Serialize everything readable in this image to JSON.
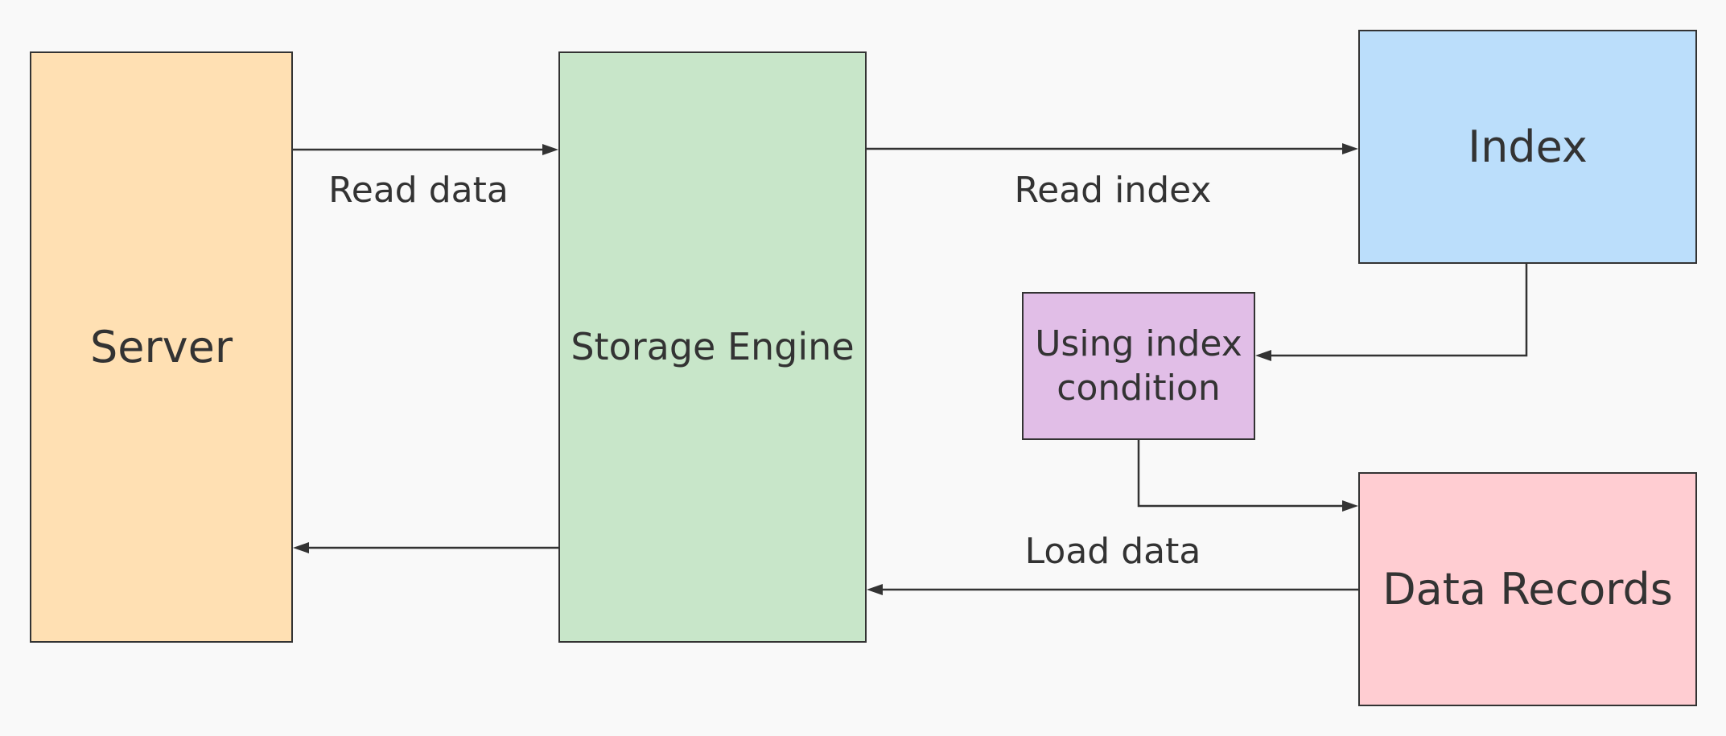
{
  "nodes": {
    "server": {
      "label": "Server",
      "fill": "#ffe0b3"
    },
    "storage_engine": {
      "label": "Storage Engine",
      "fill": "#c8e6c9"
    },
    "index": {
      "label": "Index",
      "fill": "#bbdefb"
    },
    "using_index_condition": {
      "label": "Using index condition",
      "fill": "#e1bee7"
    },
    "data_records": {
      "label": "Data Records",
      "fill": "#ffcdd2"
    }
  },
  "edges": {
    "read_data": {
      "label": "Read data"
    },
    "read_index": {
      "label": "Read index"
    },
    "load_data": {
      "label": "Load data"
    }
  },
  "colors": {
    "stroke": "#333333",
    "text": "#333333",
    "background": "#f9f9f9"
  }
}
